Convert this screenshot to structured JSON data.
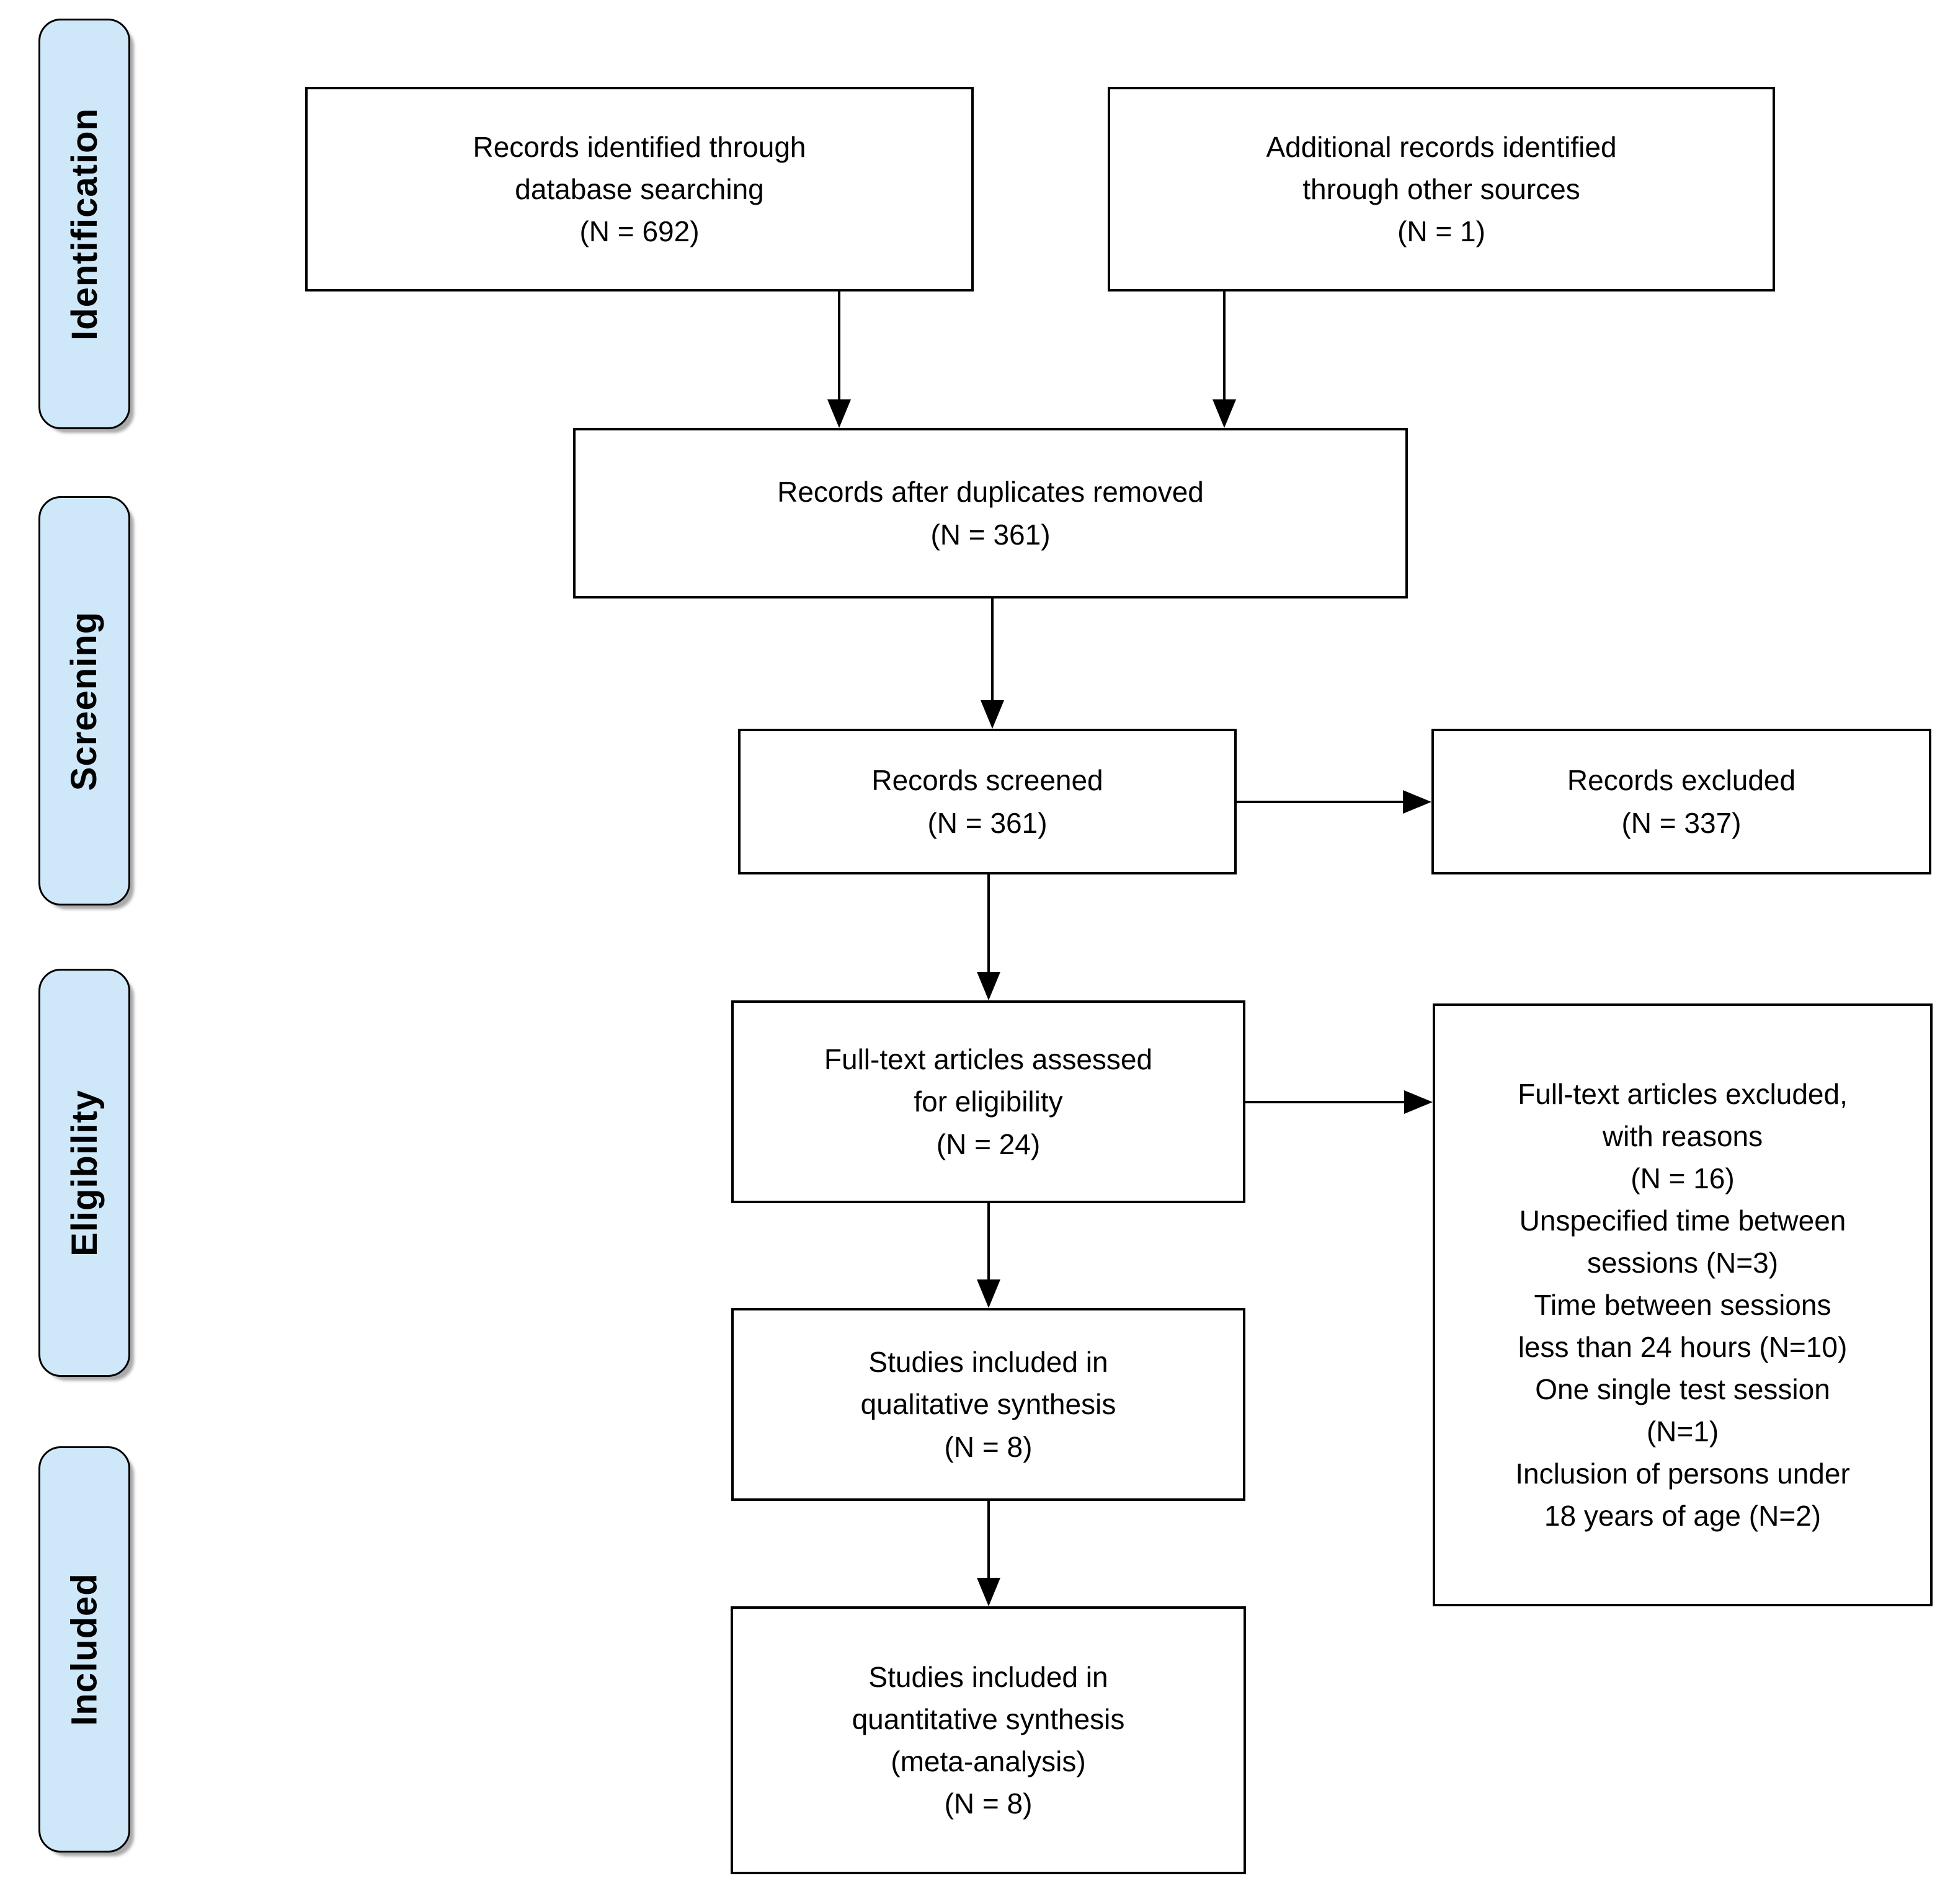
{
  "diagram": {
    "kind": "PRISMA flow diagram"
  },
  "stages": {
    "identification": "Identification",
    "screening": "Screening",
    "eligibility": "Eligibility",
    "included": "Included"
  },
  "boxes": {
    "records_identified": "Records identified through\ndatabase searching\n(N = 692)",
    "additional_records": "Additional records identified\nthrough other sources\n(N = 1)",
    "after_duplicates": "Records after duplicates removed\n(N = 361)",
    "records_screened": "Records screened\n(N = 361)",
    "records_excluded": "Records excluded\n(N = 337)",
    "fulltext_assessed": "Full-text articles assessed\nfor eligibility\n(N = 24)",
    "fulltext_excluded": "Full-text articles excluded,\nwith reasons\n(N = 16)\nUnspecified time between\nsessions (N=3)\nTime between sessions\nless than 24 hours (N=10)\nOne single test session\n(N=1)\nInclusion of persons under\n18 years of age (N=2)",
    "qualitative_synthesis": "Studies included in\nqualitative synthesis\n(N = 8)",
    "quantitative_synthesis": "Studies included in\nquantitative synthesis\n(meta-analysis)\n(N = 8)"
  },
  "counts": {
    "identified": 692,
    "additional_sources": 1,
    "after_duplicates": 361,
    "screened": 361,
    "excluded": 337,
    "fulltext_assessed": 24,
    "fulltext_excluded": 16,
    "unspecified_time_between_sessions": 3,
    "time_between_sessions_less_than_24_hours": 10,
    "one_single_test_session": 1,
    "persons_under_18": 2,
    "qualitative": 8,
    "quantitative": 8
  },
  "colors": {
    "stage_fill": "#CFE8F9",
    "stage_border": "#000000",
    "box_fill": "#FFFFFF",
    "box_border": "#000000",
    "arrow": "#000000",
    "background": "#FFFFFF"
  }
}
